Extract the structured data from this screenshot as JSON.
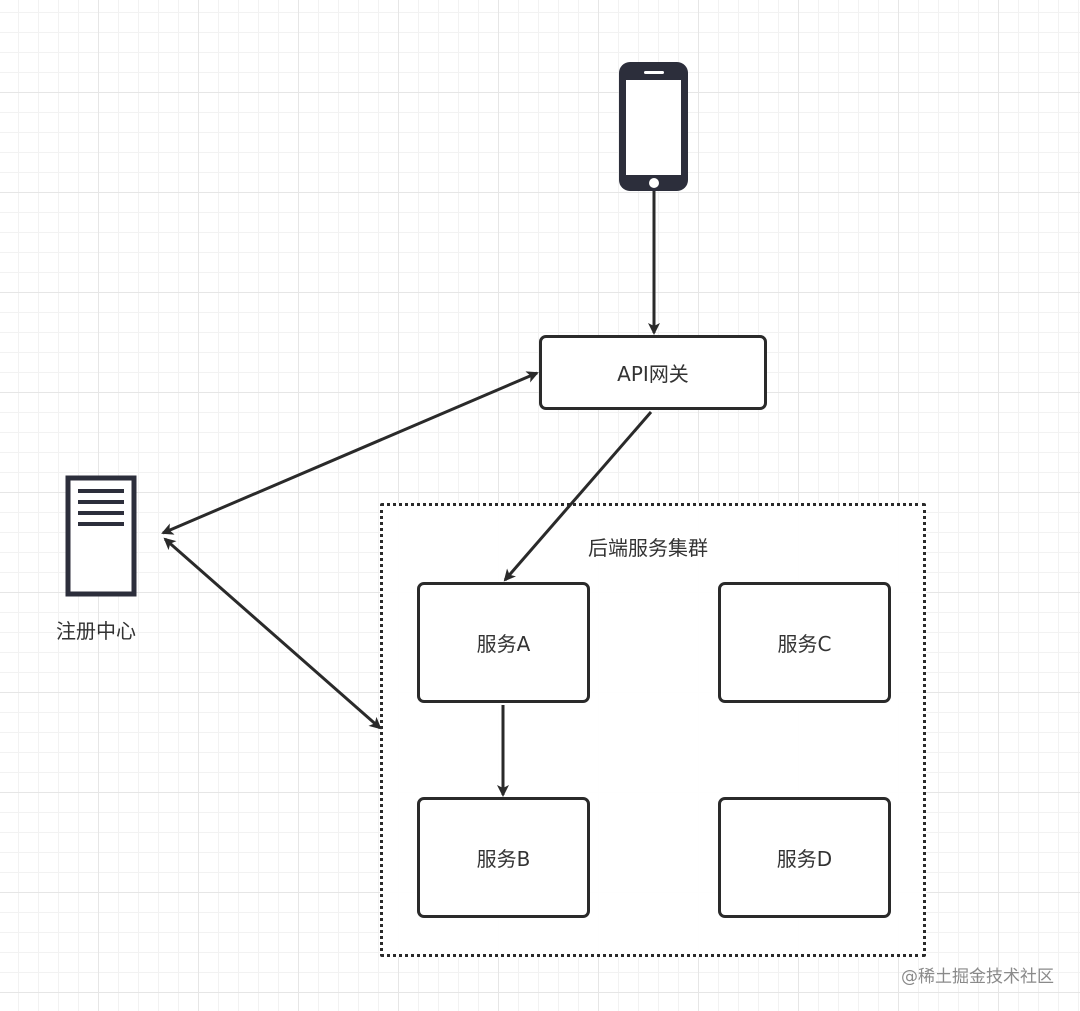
{
  "diagram": {
    "cluster_title": "后端服务集群",
    "registry_label": "注册中心",
    "nodes": {
      "gateway": "API网关",
      "service_a": "服务A",
      "service_b": "服务B",
      "service_c": "服务C",
      "service_d": "服务D"
    },
    "icons": {
      "client": "smartphone-icon",
      "registry": "server-icon"
    },
    "edges": [
      {
        "from": "smartphone",
        "to": "API网关",
        "direction": "forward"
      },
      {
        "from": "API网关",
        "to": "服务A",
        "direction": "forward"
      },
      {
        "from": "服务A",
        "to": "服务B",
        "direction": "forward"
      },
      {
        "from": "注册中心",
        "to": "API网关",
        "direction": "both"
      },
      {
        "from": "注册中心",
        "to": "后端服务集群",
        "direction": "both"
      }
    ],
    "colors": {
      "stroke": "#2a2a2a",
      "text": "#333333",
      "watermark": "#8a8a8a",
      "icon": "#2c2e3b"
    }
  },
  "watermark": "@稀土掘金技术社区"
}
